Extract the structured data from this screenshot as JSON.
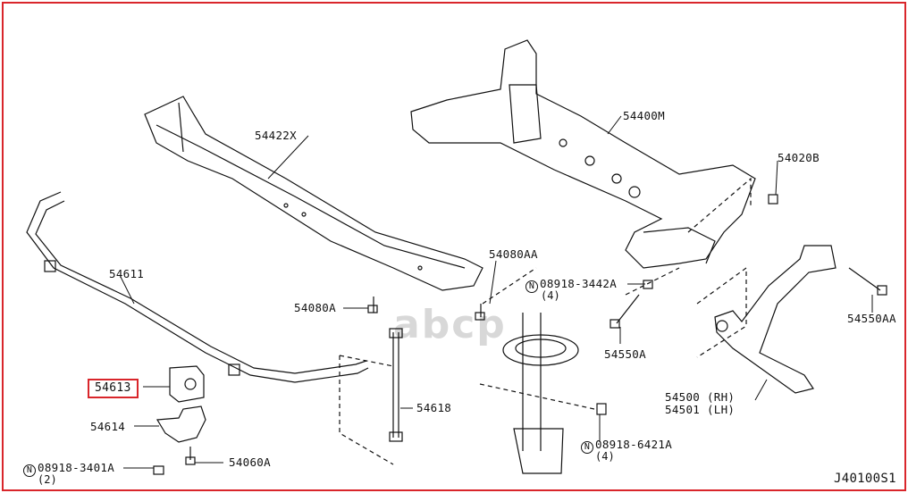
{
  "diagram_code": "J40100S1",
  "watermark": "abcp",
  "accent_color": "#d9262b",
  "parts": {
    "p54422X": "54422X",
    "p54400M": "54400M",
    "p54020B": "54020B",
    "p54080AA": "54080AA",
    "p54611": "54611",
    "p54080A": "54080A",
    "n3442": {
      "code": "08918-3442A",
      "qty": "(4)"
    },
    "p54550AA": "54550AA",
    "p54550A": "54550A",
    "p54613": "54613",
    "p54618": "54618",
    "p54500": "54500 (RH)",
    "p54501": "54501 (LH)",
    "p54614": "54614",
    "n6421": {
      "code": "08918-6421A",
      "qty": "(4)"
    },
    "p54060A": "54060A",
    "n3401": {
      "code": "08918-3401A",
      "qty": "(2)"
    },
    "n_symbol": "N"
  }
}
